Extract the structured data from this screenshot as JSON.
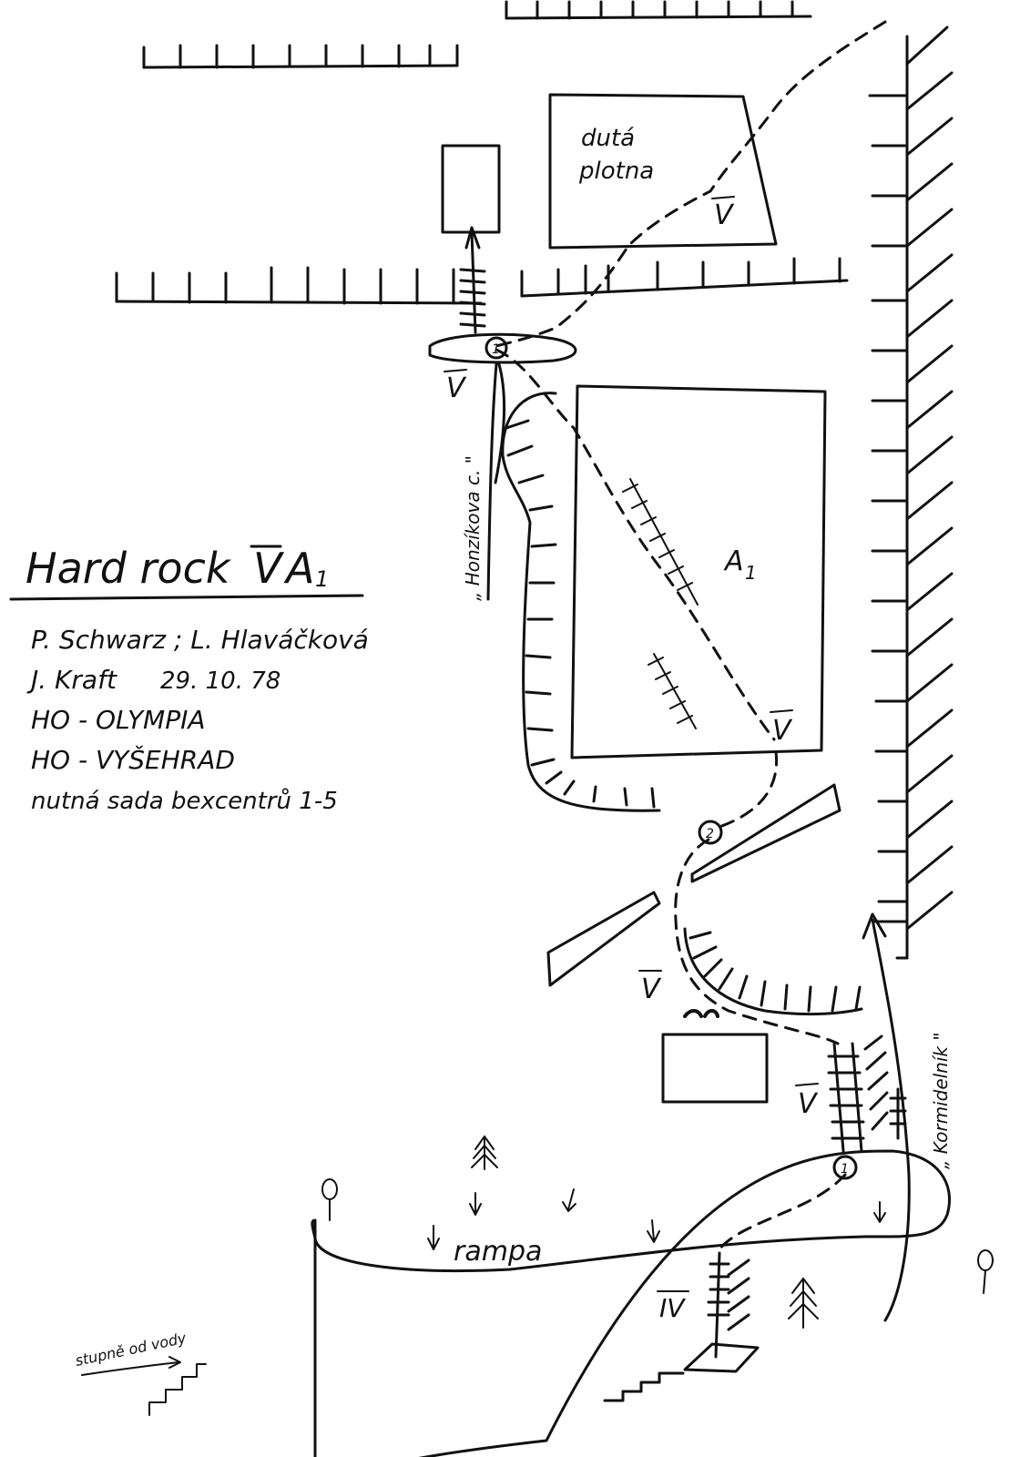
{
  "title": {
    "text": "Hard rock",
    "grade_roman": "V",
    "grade_aid": "A",
    "grade_aid_sub": "1"
  },
  "credits": {
    "line1": "P. Schwarz ; L. Hlaváčková",
    "line2_name": "J. Kraft",
    "line2_date": "29. 10. 78",
    "line3": "HO - OLYMPIA",
    "line4": "HO - VYŠEHRAD",
    "line5": "nutná sada bexcentrů 1-5"
  },
  "labels": {
    "hollow_slab": [
      "dutá",
      "plotna"
    ],
    "aid_section_letter": "A",
    "aid_section_sub": "1",
    "ramp": "rampa",
    "left_route_name": "„ Honzíkova c. \"",
    "right_route_name": "„ Kormidelník \"",
    "stairs_note": "stupně od vody"
  },
  "grades": {
    "top_slab": "V",
    "left_crack": "V",
    "mid_right": "V",
    "lower_left": "V",
    "lower_right": "V",
    "bottom_start": "IV"
  },
  "belays": {
    "top": "1",
    "middle": "2",
    "bottom": "1"
  }
}
